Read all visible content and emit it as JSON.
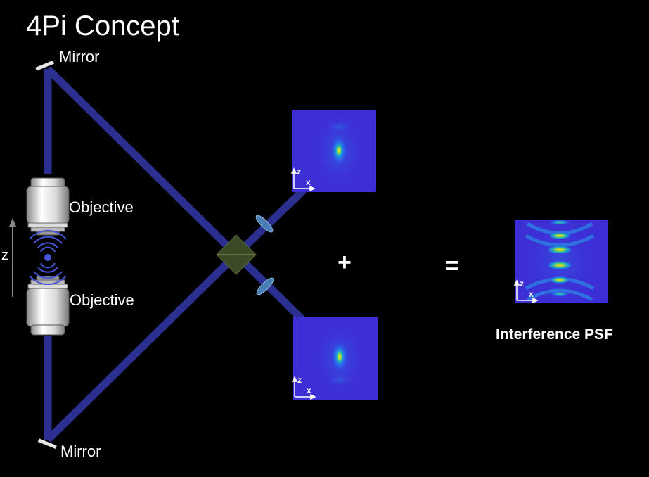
{
  "title": "4Pi Concept",
  "labels": {
    "mirror_top": "Mirror",
    "mirror_bottom": "Mirror",
    "objective_top": "Objective",
    "objective_bottom": "Objective",
    "z_axis": "z",
    "plus": "+",
    "equals": "=",
    "result_caption": "Interference PSF"
  },
  "psf_panels": {
    "top": {
      "axis_z": "z",
      "axis_x": "x"
    },
    "bottom": {
      "axis_z": "z",
      "axis_x": "x"
    },
    "result": {
      "axis_z": "z",
      "axis_x": "x"
    }
  },
  "colors": {
    "background": "#000000",
    "beam": "#2b2f8f",
    "psf_background": "#3d2fd6",
    "psf_peak": "#f5e61a",
    "text": "#ffffff"
  }
}
